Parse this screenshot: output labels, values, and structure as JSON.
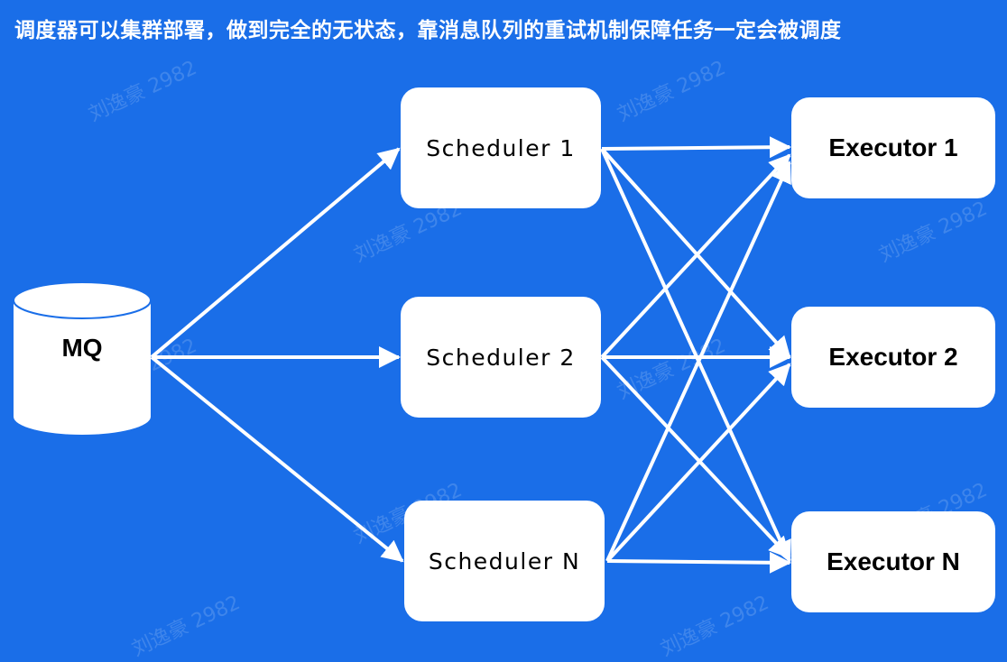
{
  "title": "调度器可以集群部署，做到完全的无状态，靠消息队列的重试机制保障任务一定会被调度",
  "watermark": "刘逸豪 2982",
  "mq": {
    "label": "MQ"
  },
  "schedulers": [
    {
      "label": "Scheduler 1"
    },
    {
      "label": "Scheduler 2"
    },
    {
      "label": "Scheduler N"
    }
  ],
  "executors": [
    {
      "label": "Executor 1"
    },
    {
      "label": "Executor 2"
    },
    {
      "label": "Executor N"
    }
  ],
  "colors": {
    "background": "#1a6ee8",
    "node_fill": "#ffffff",
    "arrow": "#ffffff",
    "text": "#000000"
  }
}
